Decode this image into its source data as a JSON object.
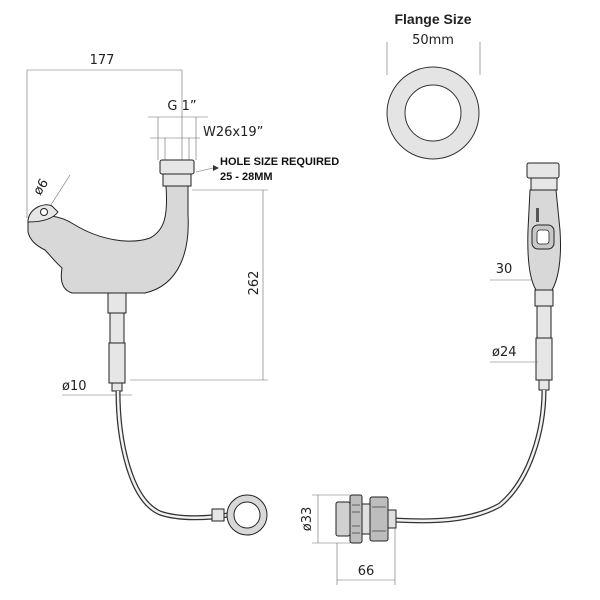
{
  "flange": {
    "title": "Flange Size",
    "size": "50mm"
  },
  "dimensions": {
    "d177": "177",
    "g1": "G 1”",
    "w26x19": "W26x19”",
    "d6": "ø6",
    "d262": "262",
    "d10": "ø10",
    "d30": "30",
    "d24": "ø24",
    "d33": "ø33",
    "d66": "66"
  },
  "notes": {
    "hole_line1": "HOLE SIZE REQUIRED",
    "hole_line2": "25 - 28MM"
  }
}
